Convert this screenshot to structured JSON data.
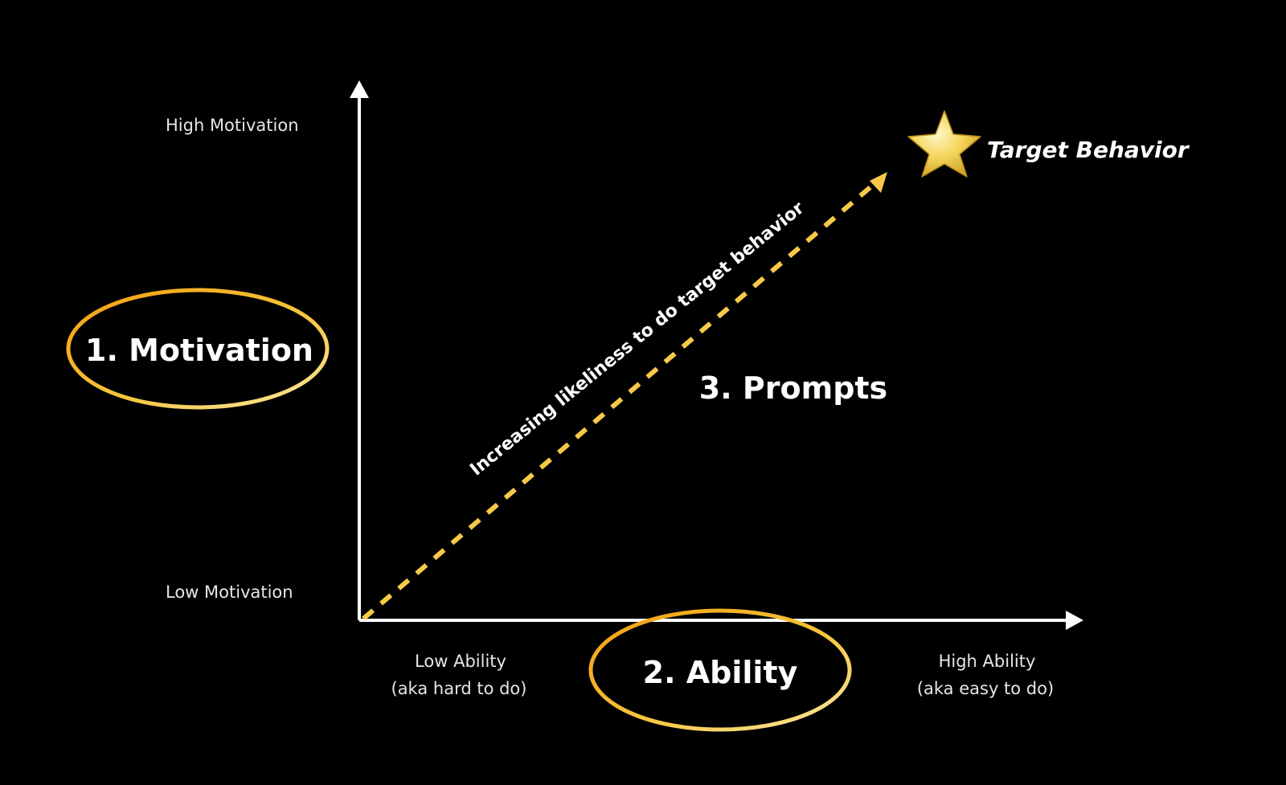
{
  "axes": {
    "y_high": "High Motivation",
    "y_low": "Low Motivation",
    "x_low_line1": "Low Ability",
    "x_low_line2": "(aka hard to do)",
    "x_high_line1": "High Ability",
    "x_high_line2": "(aka easy to do)"
  },
  "factors": {
    "motivation": "1. Motivation",
    "ability": "2. Ability",
    "prompts": "3. Prompts"
  },
  "arrow_label": "Increasing likeliness to do target behavior",
  "target": {
    "label": "Target Behavior",
    "icon": "star-icon"
  },
  "colors": {
    "background": "#000000",
    "axis": "#ffffff",
    "accent": "#f5b82a",
    "dashed_arrow": "#f7c948",
    "star": "#f3d255"
  }
}
